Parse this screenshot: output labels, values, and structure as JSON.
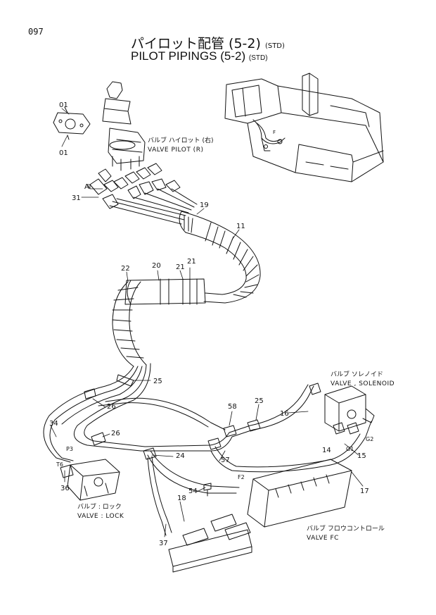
{
  "page_number": "097",
  "title": {
    "jp": "パイロット配管 (5-2)",
    "jp_suffix": "(STD)",
    "en": "PILOT PIPINGS (5-2)",
    "en_suffix": "(STD)"
  },
  "valves": {
    "pilot_r_jp": "バルブ ハイロット (右)",
    "pilot_r_en": "VALVE PILOT (R)",
    "solenoid_jp": "バルブ ソレノイド",
    "solenoid_en": "VALVE , SOLENOID",
    "lock_jp": "バルブ : ロック",
    "lock_en": "VALVE : LOCK",
    "fc_jp": "バルブ フロウコントロール",
    "fc_en": "VALVE FC"
  },
  "callouts": {
    "c01a": "01",
    "c01b": "01",
    "cA": "A",
    "c31": "31",
    "c19": "19",
    "c11": "11",
    "c22": "22",
    "c20": "20",
    "c21a": "21",
    "c21b": "21",
    "c25a": "25",
    "c26a": "26",
    "c34": "34",
    "c26b": "26",
    "c36": "36",
    "c24": "24",
    "c58": "58",
    "c25b": "25",
    "c16": "16",
    "c57": "57",
    "c54": "54",
    "c18": "18",
    "c37": "37",
    "c14": "14",
    "c15": "15",
    "c17": "17",
    "cG1": "G1",
    "cG2": "G2",
    "cF2": "F2",
    "cP3": "P3",
    "cT6": "T6"
  },
  "colors": {
    "ink": "#111111",
    "paper": "#ffffff"
  }
}
